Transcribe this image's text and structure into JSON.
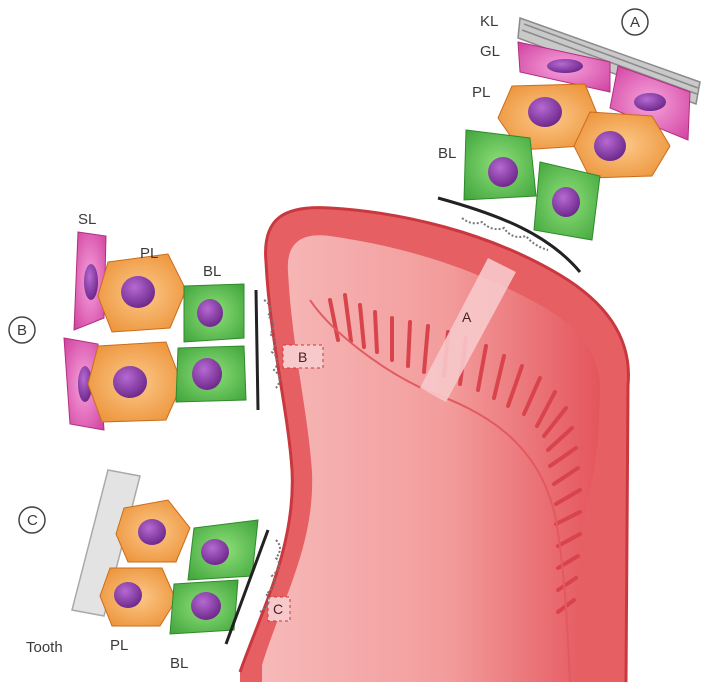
{
  "regions": {
    "A": {
      "marker": "A",
      "band": "A",
      "layers": [
        "KL",
        "GL",
        "PL",
        "BL"
      ]
    },
    "B": {
      "marker": "B",
      "band": "B",
      "layers": [
        "SL",
        "PL",
        "BL"
      ]
    },
    "C": {
      "marker": "C",
      "band": "C",
      "layers": [
        "PL",
        "BL"
      ],
      "tooth": "Tooth"
    }
  },
  "colors": {
    "gingiva": "#e85a60",
    "gingiva_light": "#f3b1b1",
    "basal_cell": "#5cc04e",
    "prickle_cell": "#f5a24a",
    "granular_cell": "#e25ab8",
    "keratin": "#bdbdbd",
    "nucleus": "#8a3aa6",
    "tooth": "#dedede"
  }
}
